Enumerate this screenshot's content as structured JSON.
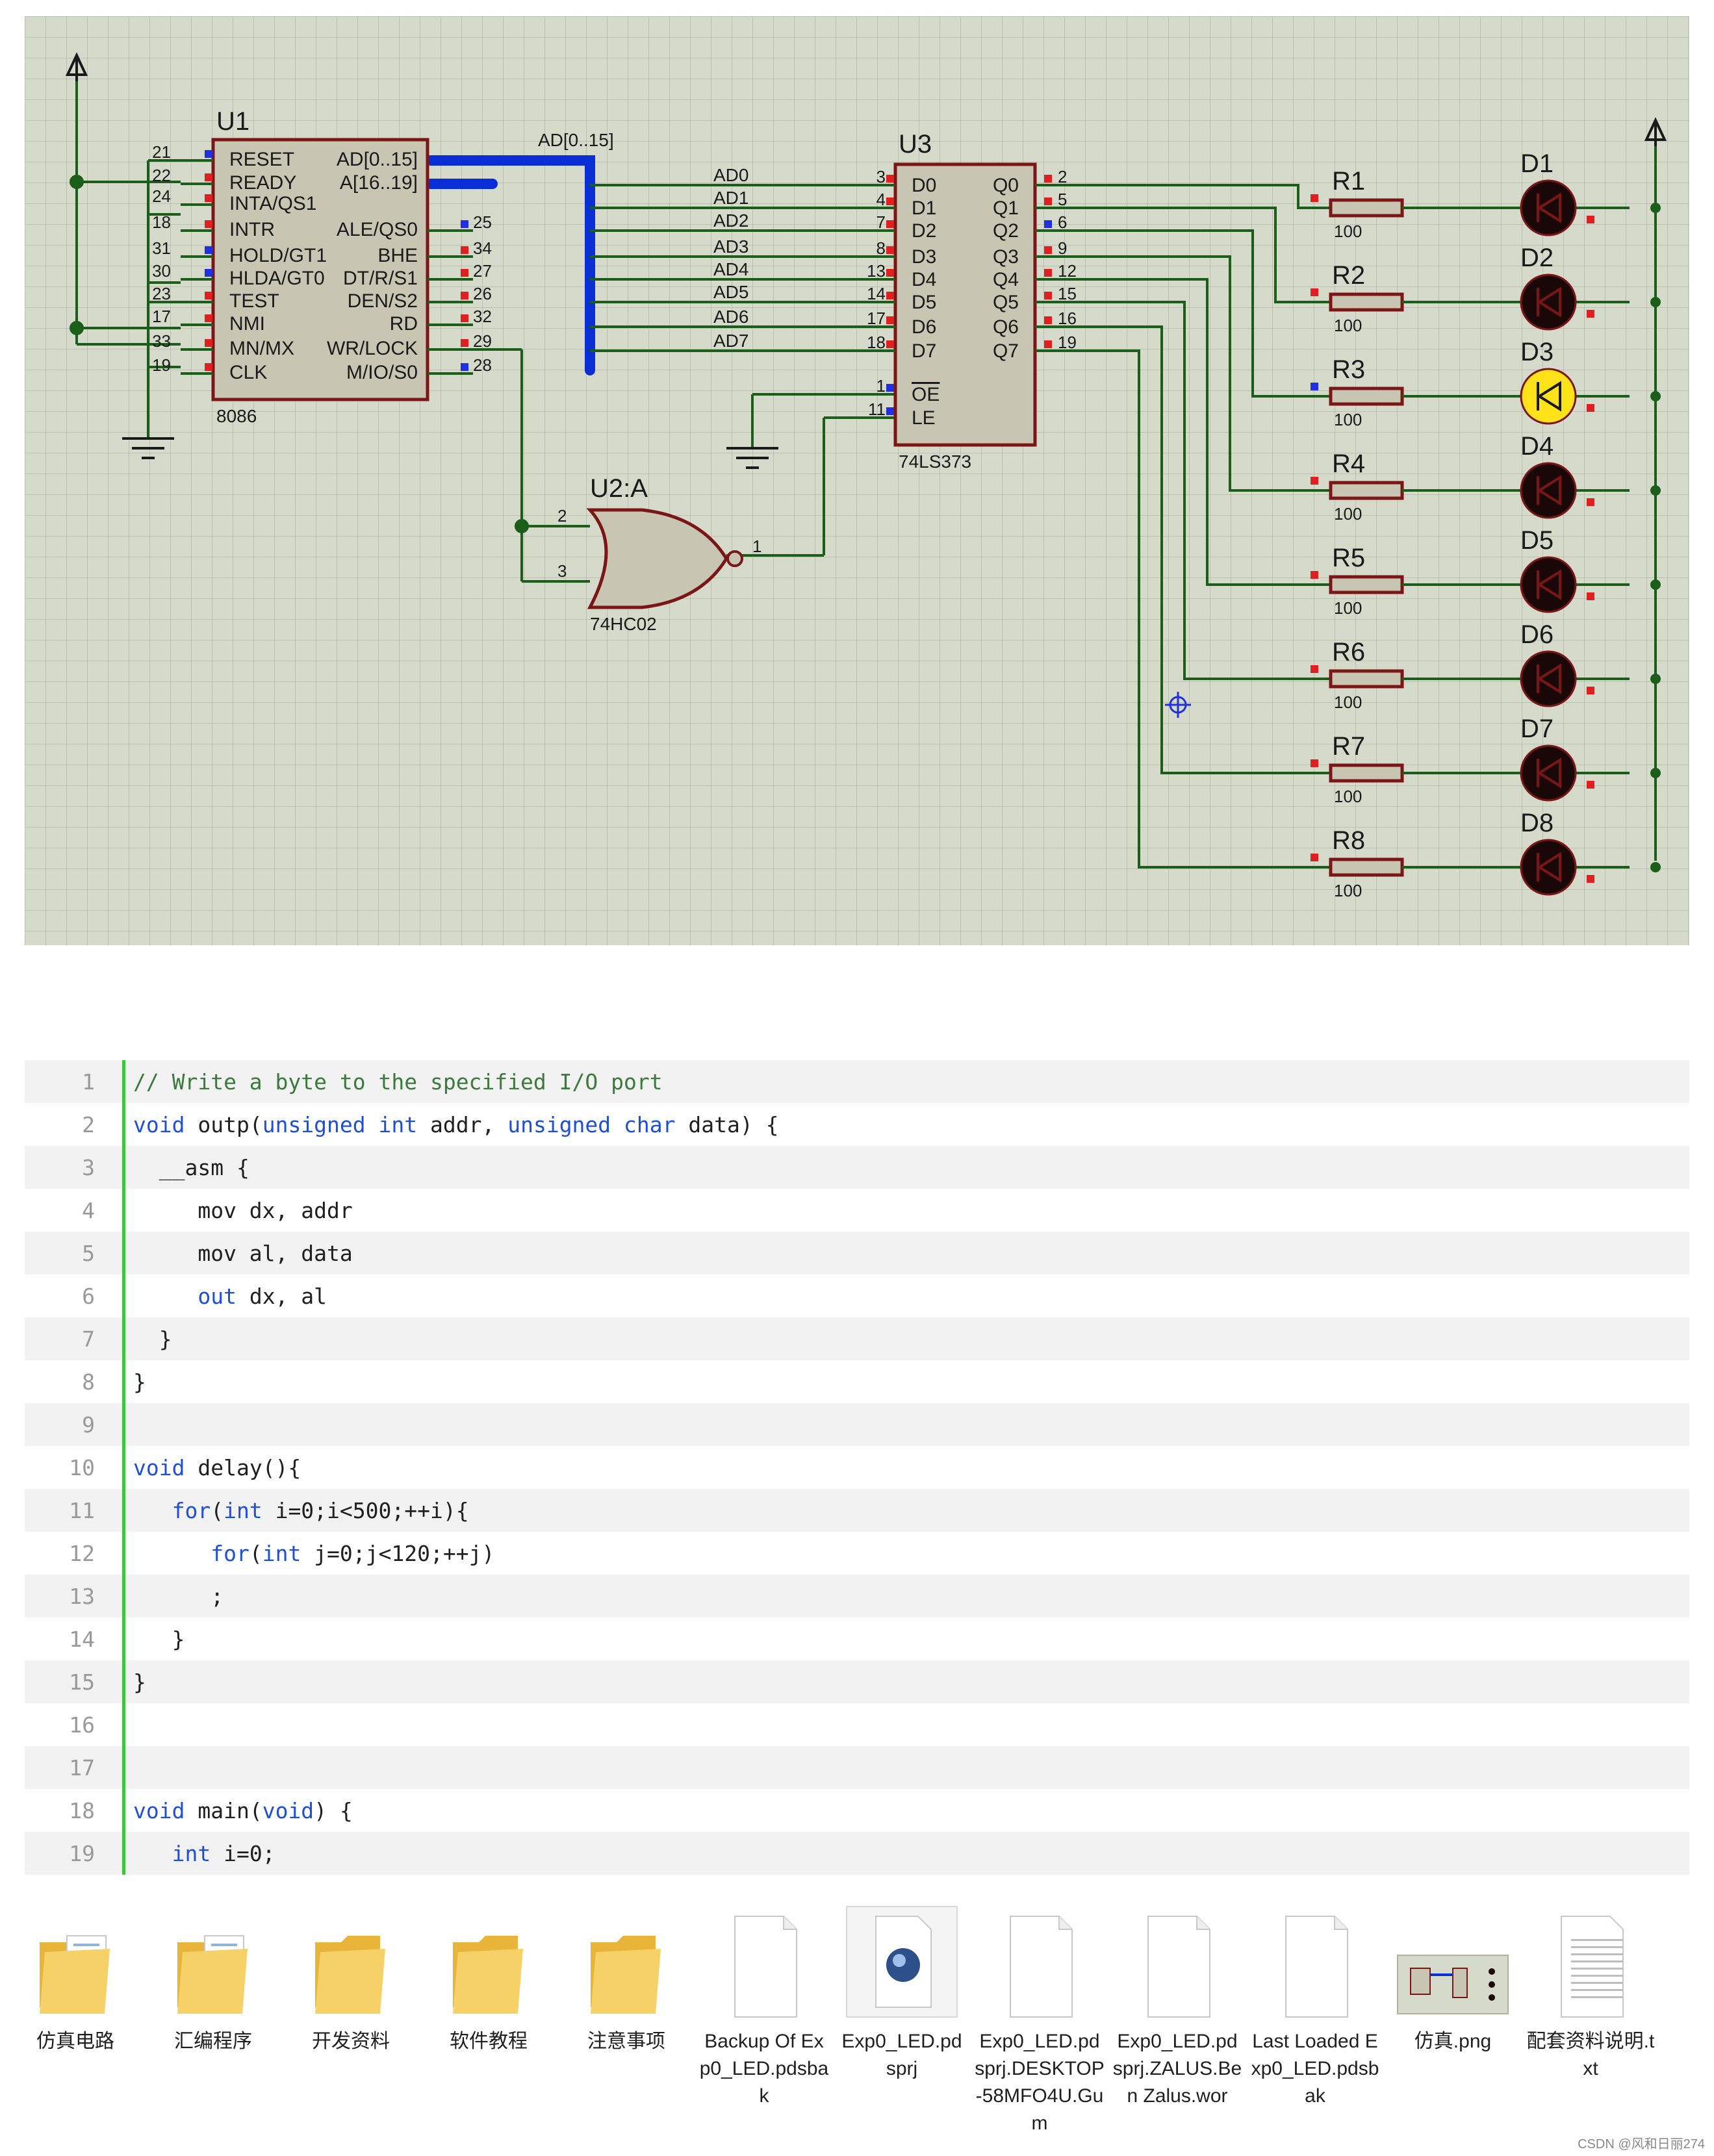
{
  "schematic": {
    "u1": {
      "ref": "U1",
      "part": "8086",
      "left_pins": [
        {
          "num": "21",
          "name": "RESET"
        },
        {
          "num": "22",
          "name": "READY"
        },
        {
          "num": "24",
          "name": "INTA/QS1"
        },
        {
          "num": "18",
          "name": "INTR"
        },
        {
          "num": "31",
          "name": "HOLD/GT1"
        },
        {
          "num": "30",
          "name": "HLDA/GT0"
        },
        {
          "num": "23",
          "name": "TEST"
        },
        {
          "num": "17",
          "name": "NMI"
        },
        {
          "num": "33",
          "name": "MN/MX"
        },
        {
          "num": "19",
          "name": "CLK"
        }
      ],
      "right_pins": [
        {
          "num": "",
          "name": "AD[0..15]"
        },
        {
          "num": "",
          "name": "A[16..19]"
        },
        {
          "num": "25",
          "name": "ALE/QS0"
        },
        {
          "num": "34",
          "name": "BHE"
        },
        {
          "num": "27",
          "name": "DT/R/S1"
        },
        {
          "num": "26",
          "name": "DEN/S2"
        },
        {
          "num": "32",
          "name": "RD"
        },
        {
          "num": "29",
          "name": "WR/LOCK"
        },
        {
          "num": "28",
          "name": "M/IO/S0"
        }
      ]
    },
    "bus_label": "AD[0..15]",
    "bus_nets": [
      "AD0",
      "AD1",
      "AD2",
      "AD3",
      "AD4",
      "AD5",
      "AD6",
      "AD7"
    ],
    "u2": {
      "ref": "U2:A",
      "part": "74HC02",
      "pins": [
        "2",
        "3",
        "1"
      ]
    },
    "u3": {
      "ref": "U3",
      "part": "74LS373",
      "d_pins": [
        {
          "num": "3",
          "name": "D0"
        },
        {
          "num": "4",
          "name": "D1"
        },
        {
          "num": "7",
          "name": "D2"
        },
        {
          "num": "8",
          "name": "D3"
        },
        {
          "num": "13",
          "name": "D4"
        },
        {
          "num": "14",
          "name": "D5"
        },
        {
          "num": "17",
          "name": "D6"
        },
        {
          "num": "18",
          "name": "D7"
        }
      ],
      "q_pins": [
        {
          "num": "2",
          "name": "Q0"
        },
        {
          "num": "5",
          "name": "Q1"
        },
        {
          "num": "6",
          "name": "Q2"
        },
        {
          "num": "9",
          "name": "Q3"
        },
        {
          "num": "12",
          "name": "Q4"
        },
        {
          "num": "15",
          "name": "Q5"
        },
        {
          "num": "16",
          "name": "Q6"
        },
        {
          "num": "19",
          "name": "Q7"
        }
      ],
      "ctrl_pins": [
        {
          "num": "1",
          "name": "OE"
        },
        {
          "num": "11",
          "name": "LE"
        }
      ]
    },
    "resistors": [
      {
        "ref": "R1",
        "value": "100"
      },
      {
        "ref": "R2",
        "value": "100"
      },
      {
        "ref": "R3",
        "value": "100"
      },
      {
        "ref": "R4",
        "value": "100"
      },
      {
        "ref": "R5",
        "value": "100"
      },
      {
        "ref": "R6",
        "value": "100"
      },
      {
        "ref": "R7",
        "value": "100"
      },
      {
        "ref": "R8",
        "value": "100"
      }
    ],
    "leds": [
      {
        "ref": "D1",
        "lit": false
      },
      {
        "ref": "D2",
        "lit": false
      },
      {
        "ref": "D3",
        "lit": true
      },
      {
        "ref": "D4",
        "lit": false
      },
      {
        "ref": "D5",
        "lit": false
      },
      {
        "ref": "D6",
        "lit": false
      },
      {
        "ref": "D7",
        "lit": false
      },
      {
        "ref": "D8",
        "lit": false
      }
    ],
    "colors": {
      "grid_bg": "#d6dacb",
      "grid_line": "#bcc0b2",
      "wire": "#1a5e1a",
      "bus": "#0a2ed6",
      "chip_fill": "#c8c5b2",
      "chip_border": "#7a1616",
      "led_off": "#1a0808",
      "led_on": "#ffe21a",
      "pin_red": "#e02020",
      "pin_blue": "#2030e0"
    }
  },
  "code": {
    "lines": [
      {
        "num": "1",
        "text": "// Write a byte to the specified I/O port"
      },
      {
        "num": "2",
        "text": "void outp(unsigned int addr, unsigned char data) {"
      },
      {
        "num": "3",
        "text": "  __asm {"
      },
      {
        "num": "4",
        "text": "     mov dx, addr"
      },
      {
        "num": "5",
        "text": "     mov al, data"
      },
      {
        "num": "6",
        "text": "     out dx, al"
      },
      {
        "num": "7",
        "text": "  }"
      },
      {
        "num": "8",
        "text": "}"
      },
      {
        "num": "9",
        "text": ""
      },
      {
        "num": "10",
        "text": "void delay(){"
      },
      {
        "num": "11",
        "text": "   for(int i=0;i<500;++i){"
      },
      {
        "num": "12",
        "text": "      for(int j=0;j<120;++j)"
      },
      {
        "num": "13",
        "text": "      ;"
      },
      {
        "num": "14",
        "text": "   }"
      },
      {
        "num": "15",
        "text": "}"
      },
      {
        "num": "16",
        "text": ""
      },
      {
        "num": "17",
        "text": ""
      },
      {
        "num": "18",
        "text": "void main(void) {"
      },
      {
        "num": "19",
        "text": "   int i=0;"
      }
    ],
    "keywords": [
      "void",
      "unsigned",
      "int",
      "char",
      "for",
      "out"
    ]
  },
  "files": [
    {
      "label": "仿真电路",
      "icon": "folder-docs-icon"
    },
    {
      "label": "汇编程序",
      "icon": "folder-docs-icon"
    },
    {
      "label": "开发资料",
      "icon": "folder-icon"
    },
    {
      "label": "软件教程",
      "icon": "folder-icon"
    },
    {
      "label": "注意事项",
      "icon": "folder-icon"
    },
    {
      "label": "Backup Of Exp0_LED.pdsbak",
      "icon": "blank-file-icon"
    },
    {
      "label": "Exp0_LED.pdsprj",
      "icon": "proteus-project-icon"
    },
    {
      "label": "Exp0_LED.pdsprj.DESKTOP-58MFO4U.Gum",
      "icon": "blank-file-icon"
    },
    {
      "label": "Exp0_LED.pdsprj.ZALUS.Ben Zalus.wor",
      "icon": "blank-file-icon"
    },
    {
      "label": "Last Loaded Exp0_LED.pdsbak",
      "icon": "blank-file-icon"
    },
    {
      "label": "仿真.png",
      "icon": "image-thumbnail-icon"
    },
    {
      "label": "配套资料说明.txt",
      "icon": "text-file-icon"
    }
  ],
  "watermark": "CSDN @风和日丽274"
}
